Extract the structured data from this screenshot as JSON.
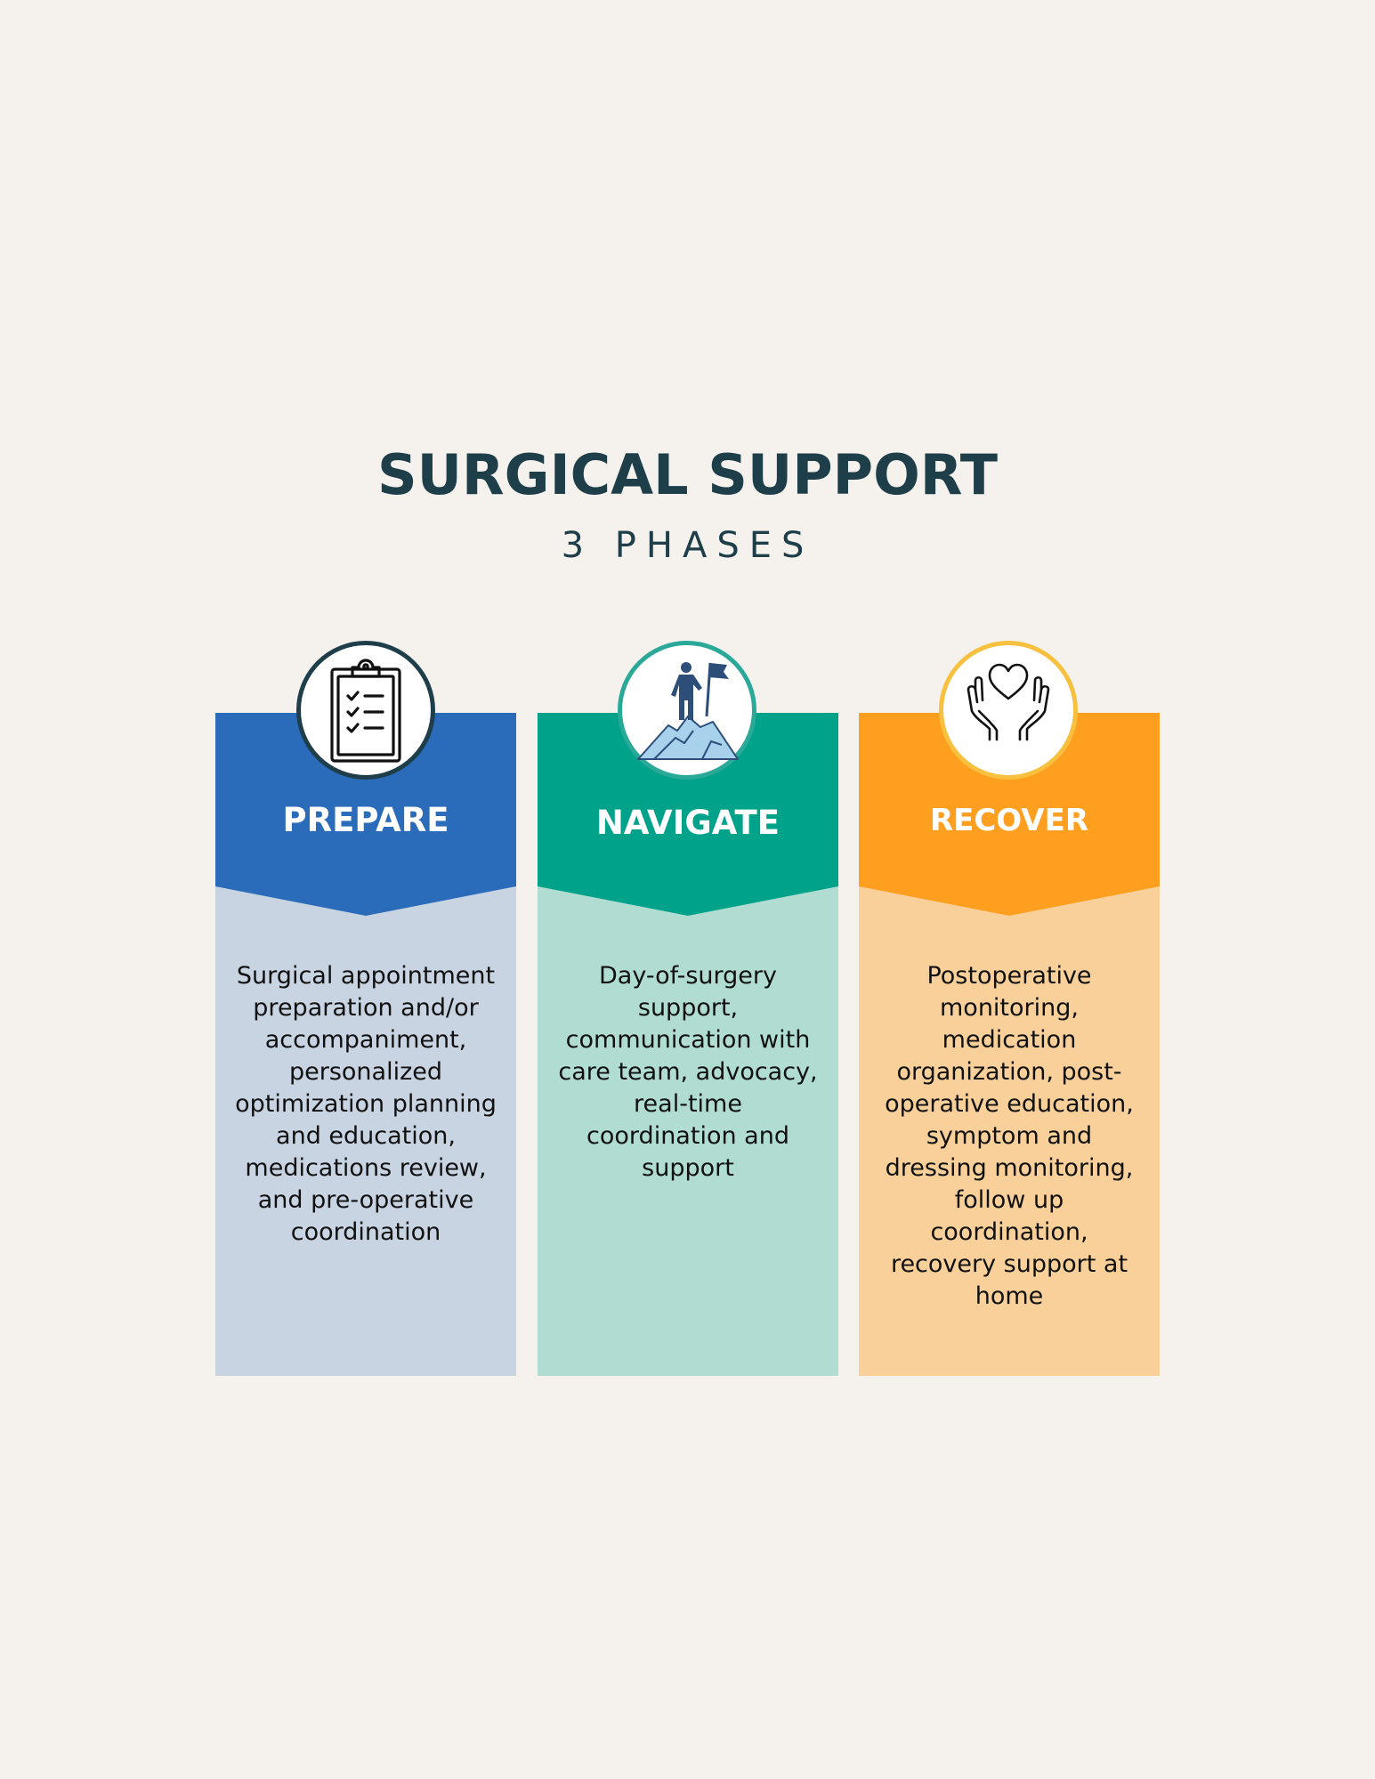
{
  "header": {
    "title": "SURGICAL SUPPORT",
    "subtitle": "3 PHASES"
  },
  "phases": [
    {
      "title": "PREPARE",
      "description": "Surgical appointment preparation and/or accompaniment, personalized optimization planning and education, medications review, and pre-operative coordination",
      "icon": "clipboard-checklist-icon",
      "header_color": "#2a6bba",
      "body_color": "#c8d4e2",
      "ring_color": "#1e3e4a"
    },
    {
      "title": "NAVIGATE",
      "description": "Day-of-surgery support, communication with care team, advocacy, real-time coordination and support",
      "icon": "summit-flag-icon",
      "header_color": "#00a389",
      "body_color": "#b0dcd2",
      "ring_color": "#2aa898"
    },
    {
      "title": "RECOVER",
      "description": "Postoperative monitoring, medication organization, post-operative education, symptom and dressing monitoring, follow up coordination, recovery support at home",
      "icon": "hands-heart-icon",
      "header_color": "#ff9f20",
      "body_color": "#f9d09a",
      "ring_color": "#f7c03e"
    }
  ]
}
